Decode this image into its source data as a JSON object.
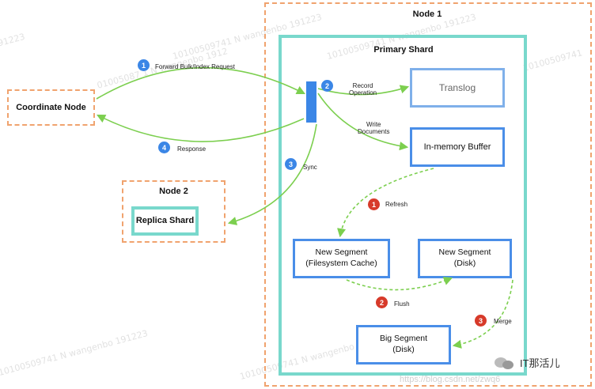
{
  "nodes": {
    "node1_title": "Node 1",
    "node2_title": "Node 2",
    "primary_shard_title": "Primary Shard",
    "coordinate_node": "Coordinate Node",
    "replica_shard": "Replica Shard"
  },
  "boxes": {
    "translog": "Translog",
    "inmemory_buffer": "In-memory Buffer",
    "new_segment_fs_cache": [
      "New Segment",
      "(Filesystem Cache)"
    ],
    "new_segment_disk": [
      "New Segment",
      "(Disk)"
    ],
    "big_segment": [
      "Big Segment",
      "(Disk)"
    ]
  },
  "steps": {
    "blue": [
      {
        "num": "1",
        "label": "Forward Bulk/Index Request"
      },
      {
        "num": "2",
        "label": ""
      },
      {
        "num": "3",
        "label": "Sync"
      },
      {
        "num": "4",
        "label": "Response"
      }
    ],
    "red": [
      {
        "num": "1",
        "label": "Refresh"
      },
      {
        "num": "2",
        "label": "Flush"
      },
      {
        "num": "3",
        "label": "Merge"
      }
    ]
  },
  "edge_labels": {
    "record_operation": [
      "Record",
      "Operation"
    ],
    "write_documents": [
      "Write",
      "Documents"
    ]
  },
  "watermarks": {
    "text_a": "10100509741 N wangenbo 191223",
    "text_b": "01005087 1 N wangenbo 1912",
    "text_c": "191223",
    "text_d": "10100509741"
  },
  "brand": {
    "name": "IT那活儿",
    "url": "https://blog.csdn.net/zwq6"
  },
  "colors": {
    "arrow_green": "#7ccf4f",
    "teal_border": "#79d8cc",
    "orange_dashed": "#f0a36e",
    "blue_box": "#4a8ee8",
    "blue_step": "#3b86e6",
    "red_step": "#d73a2a"
  }
}
